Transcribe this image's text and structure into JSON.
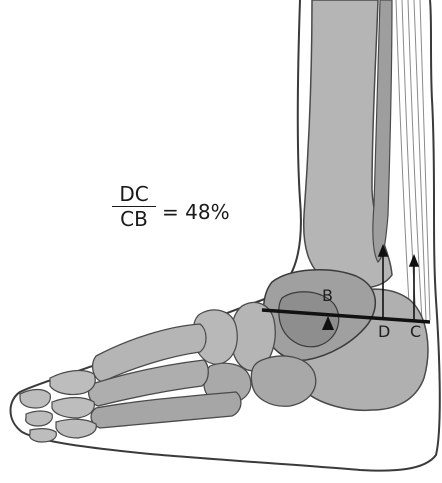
{
  "formula": {
    "numerator": "DC",
    "denominator": "CB",
    "equals": "= 48%"
  },
  "points": {
    "B": "B",
    "D": "D",
    "C": "C"
  },
  "colors": {
    "skin_outline": "#3a3a3a",
    "bone_fill": "#b5b5b5",
    "bone_dark": "#8e8e8e",
    "talus_fill": "#9a9a9a",
    "tendon": "#c8c8c8",
    "measure_line": "#111111"
  }
}
